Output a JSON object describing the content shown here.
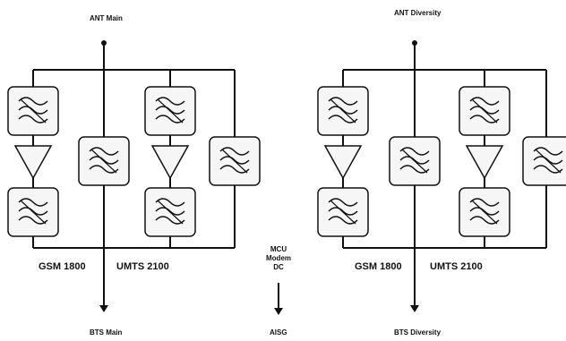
{
  "left": {
    "top_label": "ANT Main",
    "bottom_label": "BTS Main",
    "band1": "GSM 1800",
    "band2": "UMTS 2100"
  },
  "right": {
    "top_label": "ANT Diversity",
    "bottom_label": "BTS Diversity",
    "band1": "GSM 1800",
    "band2": "UMTS 2100"
  },
  "center": {
    "mcu_lines": [
      "MCU",
      "Modem",
      "DC"
    ],
    "aisg_label": "AISG"
  },
  "icons": {
    "filter": "bandpass-filter-icon",
    "amplifier": "amplifier-triangle-icon"
  },
  "colors": {
    "line": "#111111",
    "box_fill": "#f6f6f6"
  }
}
